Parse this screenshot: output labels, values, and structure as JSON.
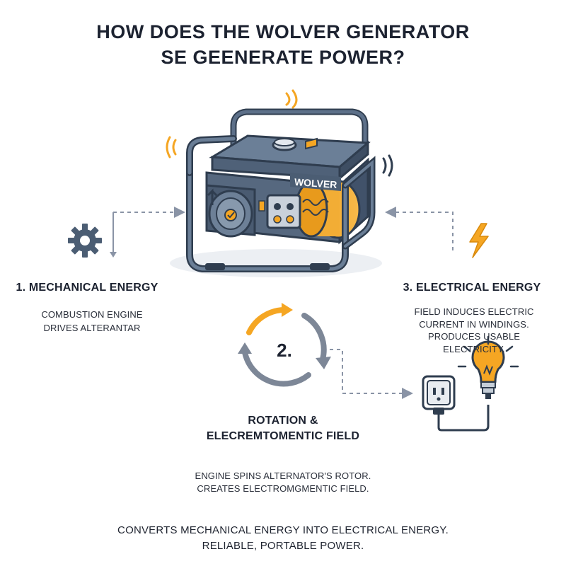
{
  "title": {
    "line1": "HOW DOES THE WOLVER GENERATOR",
    "line2": "SE GEENERATE POWER?"
  },
  "generator": {
    "brand": "WOLVER"
  },
  "stages": [
    {
      "title": "1. MECHANICAL ENERGY",
      "body": [
        "COMBUSTION ENGINE",
        "DRIVES ALTERANTAR"
      ],
      "icon": "gear-icon"
    },
    {
      "number": "2.",
      "title": [
        "ROTATION &",
        "ELECREMTOMENTIC FIELD"
      ],
      "body": [
        "ENGINE SPINS ALTERNATOR'S ROTOR.",
        "CREATES ELECTROMGMENTIC FIELD."
      ],
      "icon": "rotation-cycle-icon"
    },
    {
      "title": "3. ELECTRICAL ENERGY",
      "body": [
        "FIELD INDUCES ELECTRIC",
        "CURRENT IN WINDINGS.",
        "PRODUCES USABLE ELECTRICITY."
      ],
      "icon": "lightning-bolt-icon"
    }
  ],
  "footer": {
    "line1": "CONVERTS MECHANICAL ENERGY INTO ELECTRICAL ENERGY.",
    "line2": "RELIABLE, PORTABLE POWER."
  },
  "colors": {
    "accent_orange": "#f5a623",
    "steel": "#4b5d73",
    "steel_dark": "#2f3d4f",
    "arrow_gray": "#8a94a6",
    "text_dark": "#1c2230"
  }
}
